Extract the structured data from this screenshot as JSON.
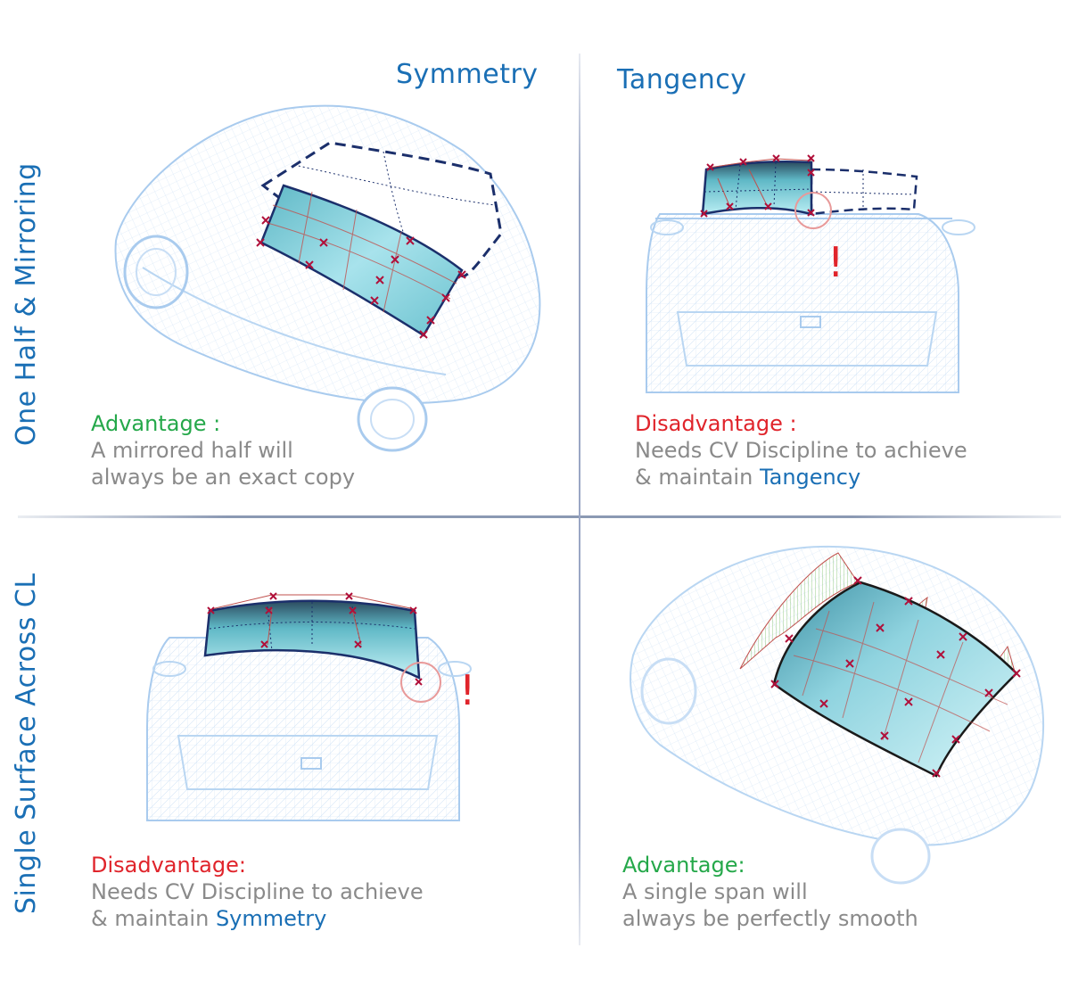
{
  "columns": {
    "left": "Symmetry",
    "right": "Tangency"
  },
  "rows": {
    "top": "One Half & Mirroring",
    "bottom": "Single Surface Across CL"
  },
  "quadrants": {
    "top_left": {
      "tag": "Advantage :",
      "line1": "A mirrored half will",
      "line2": "always be an exact copy"
    },
    "top_right": {
      "tag": "Disadvantage :",
      "line1": "Needs CV Discipline to achieve",
      "line2_prefix": "& maintain ",
      "line2_highlight": "Tangency"
    },
    "bottom_left": {
      "tag": "Disadvantage:",
      "line1": "Needs CV Discipline to achieve",
      "line2_prefix": "& maintain ",
      "line2_highlight": "Symmetry"
    },
    "bottom_right": {
      "tag": "Advantage:",
      "line1": "A single span will",
      "line2": "always be perfectly smooth"
    }
  },
  "warning_mark": "!",
  "colors": {
    "heading": "#1a6fb5",
    "advantage": "#25a84a",
    "disadvantage": "#e0242b",
    "body_text": "#8a8a8a",
    "car_wire": "#b9d6f2",
    "surface": "#8fd3df",
    "control_point": "#b0103a",
    "comb": "#7fbf6a"
  }
}
